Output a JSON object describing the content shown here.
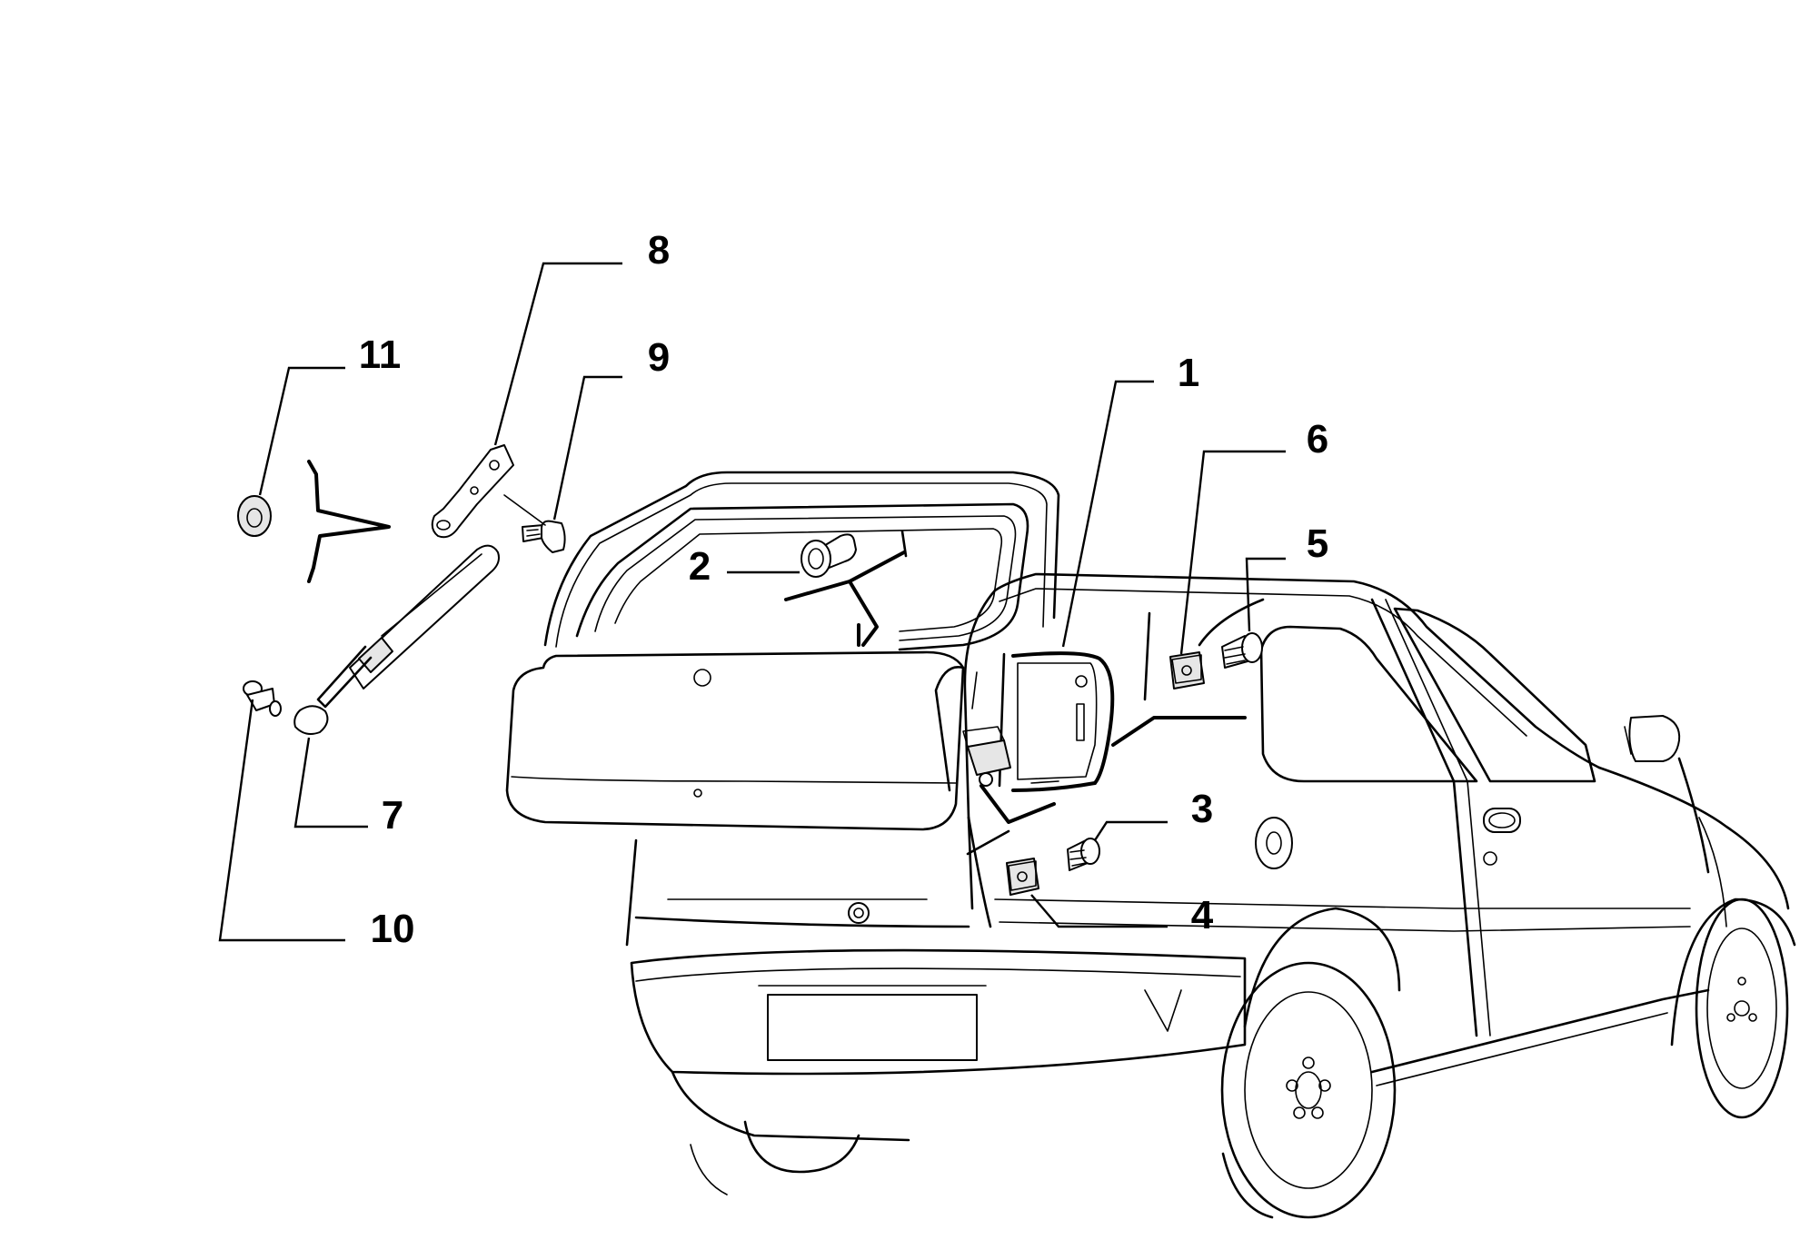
{
  "diagram": {
    "callouts": [
      {
        "id": "1",
        "label": "1"
      },
      {
        "id": "2",
        "label": "2"
      },
      {
        "id": "3",
        "label": "3"
      },
      {
        "id": "4",
        "label": "4"
      },
      {
        "id": "5",
        "label": "5"
      },
      {
        "id": "6",
        "label": "6"
      },
      {
        "id": "7",
        "label": "7"
      },
      {
        "id": "8",
        "label": "8"
      },
      {
        "id": "9",
        "label": "9"
      },
      {
        "id": "10",
        "label": "10"
      },
      {
        "id": "11",
        "label": "11"
      }
    ],
    "colors": {
      "ink": "#000000",
      "paper": "#ffffff"
    }
  }
}
